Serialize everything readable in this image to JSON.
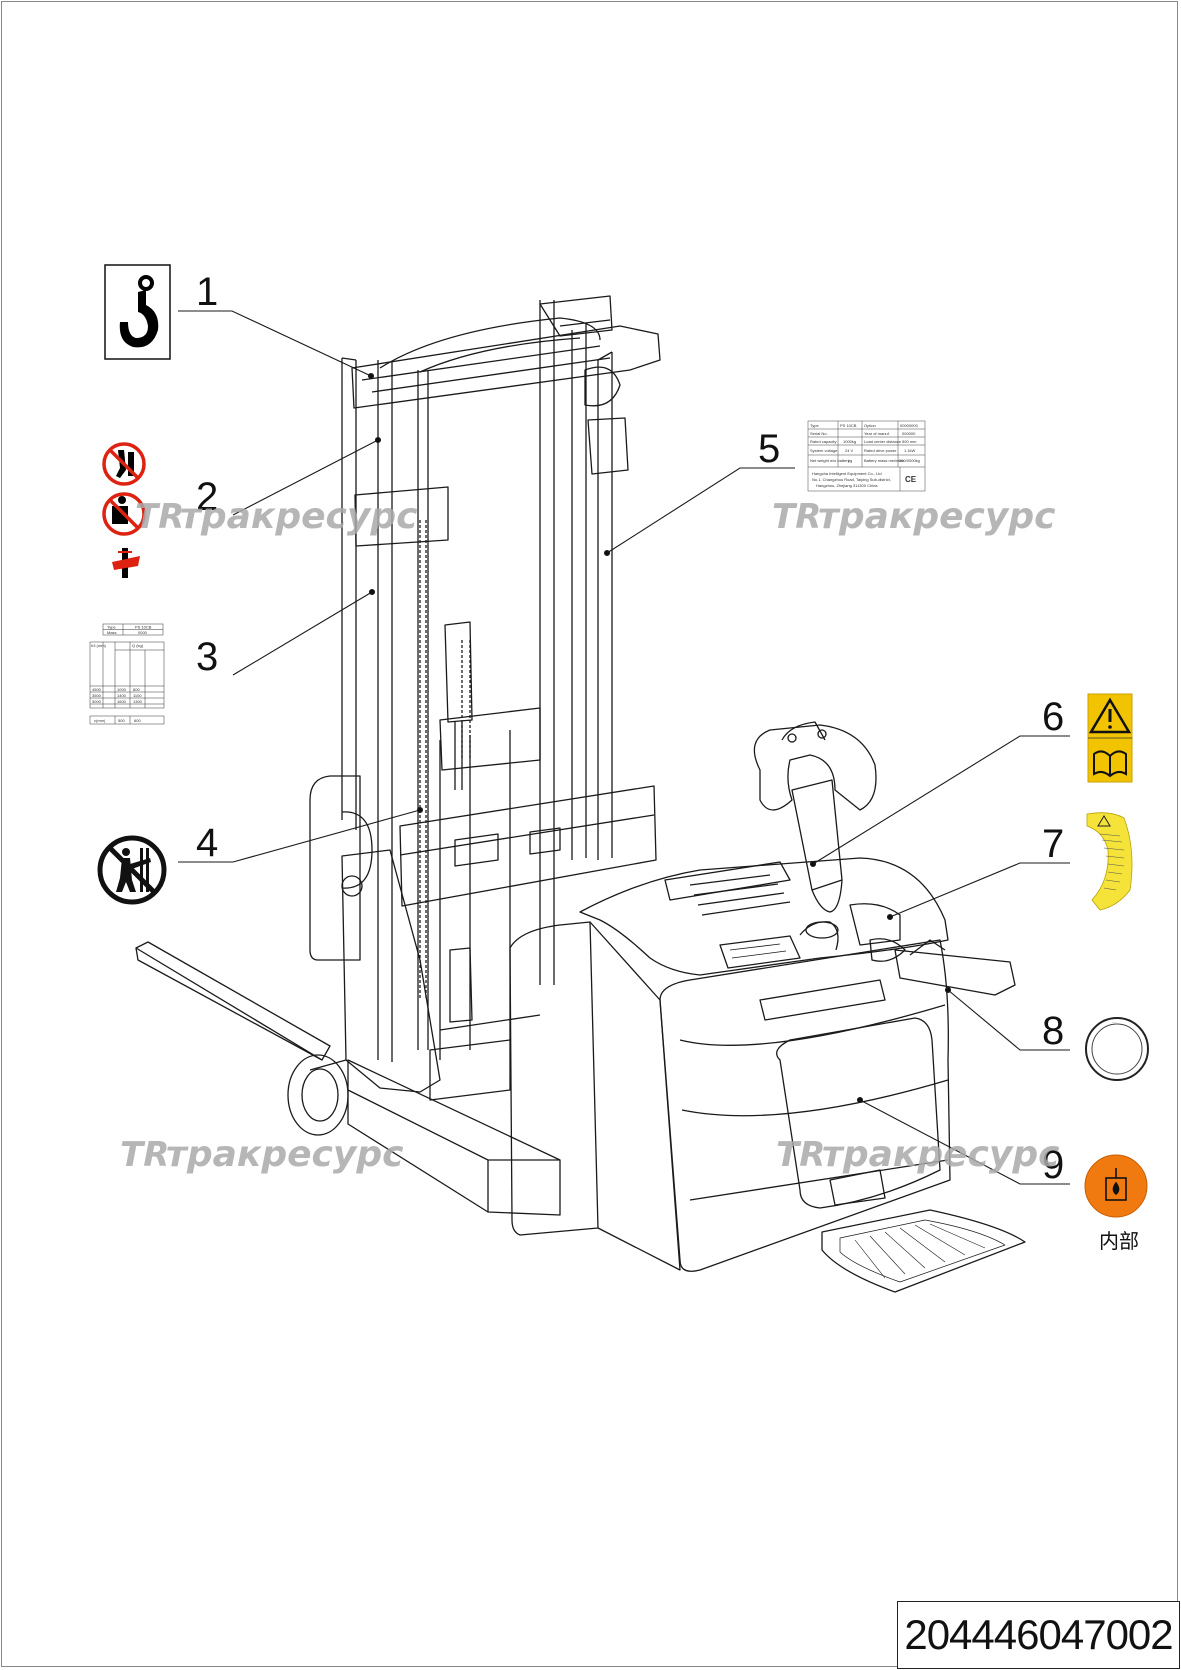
{
  "callouts": [
    "1",
    "2",
    "3",
    "4",
    "5",
    "6",
    "7",
    "8",
    "9"
  ],
  "watermark": {
    "logo": "TR",
    "text": "тракресурс"
  },
  "part_number": "204446047002",
  "labels": {
    "capacity_chart": {
      "header_type": "Type",
      "header_model": "PS 10CB",
      "header_mass": "Mass",
      "mass_value": "0000",
      "col_h": "h3 (mm)",
      "col_q": "Q (kg)",
      "rows": [
        [
          "4500",
          "1000",
          "800"
        ],
        [
          "3500",
          "1400",
          "1100"
        ],
        [
          "3000",
          "1600",
          "1300"
        ]
      ],
      "footer_c": "c(mm)",
      "footer_c1": "500",
      "footer_c2": "600"
    },
    "nameplate": {
      "rows": [
        [
          "Type",
          "PS 10CB",
          "Option",
          "00000000"
        ],
        [
          "Serial No.",
          "",
          "Year of manuf.",
          "000000"
        ],
        [
          "Rated capacity",
          "1000kg",
          "Load center distance",
          "500 mm"
        ],
        [
          "System voltage",
          "24 V",
          "Rated drive power",
          "1.1kW"
        ],
        [
          "Net weight w/o battery",
          "kg",
          "Battery mass min/max",
          "000/0000kg"
        ]
      ],
      "maker": "Hangcha Intelligent Equipment Co., Ltd",
      "addr1": "No.1, Changzhou Road, Taiping Sub-district,",
      "addr2": "Hangzhou, Zhejiang 311300 China",
      "ce": "CE"
    },
    "decal9_caption": "内部"
  }
}
